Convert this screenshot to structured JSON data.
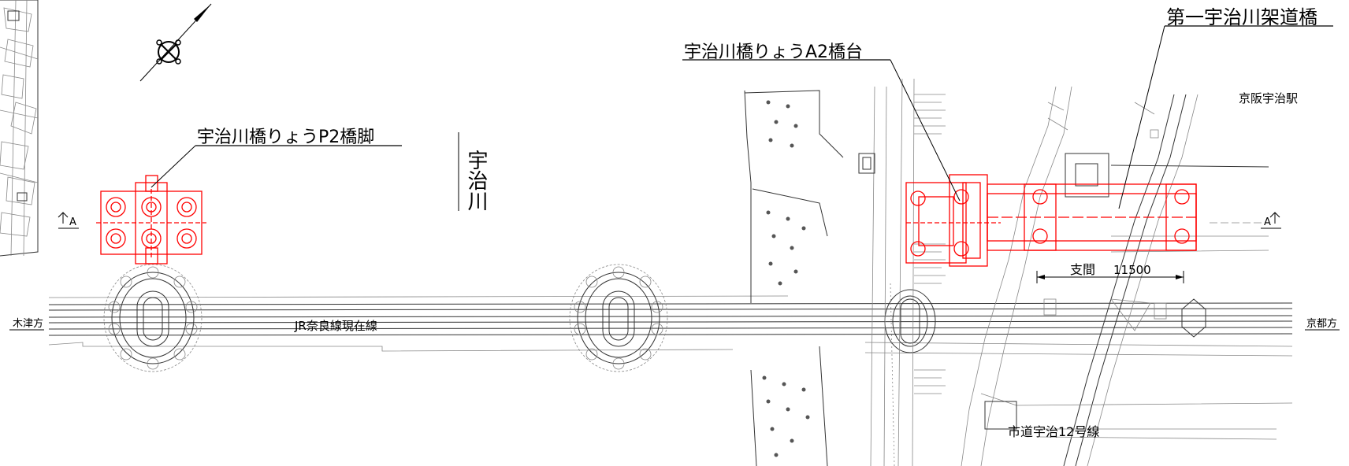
{
  "labels": {
    "title_bridge": "第一宇治川架道橋",
    "abutment_a2": "宇治川橋りょうA2橋台",
    "pier_p2": "宇治川橋りょうP2橋脚",
    "station": "京阪宇治駅",
    "river": "宇治川",
    "span_label": "支間",
    "span_value": "11500",
    "section_mark_left": "A",
    "section_mark_right": "A",
    "direction_left": "木津方",
    "direction_right": "京都方",
    "jr_line": "JR奈良線現在線",
    "city_road": "市道宇治12号線"
  },
  "colors": {
    "structure_new": "#ff0000",
    "existing": "#333333"
  }
}
